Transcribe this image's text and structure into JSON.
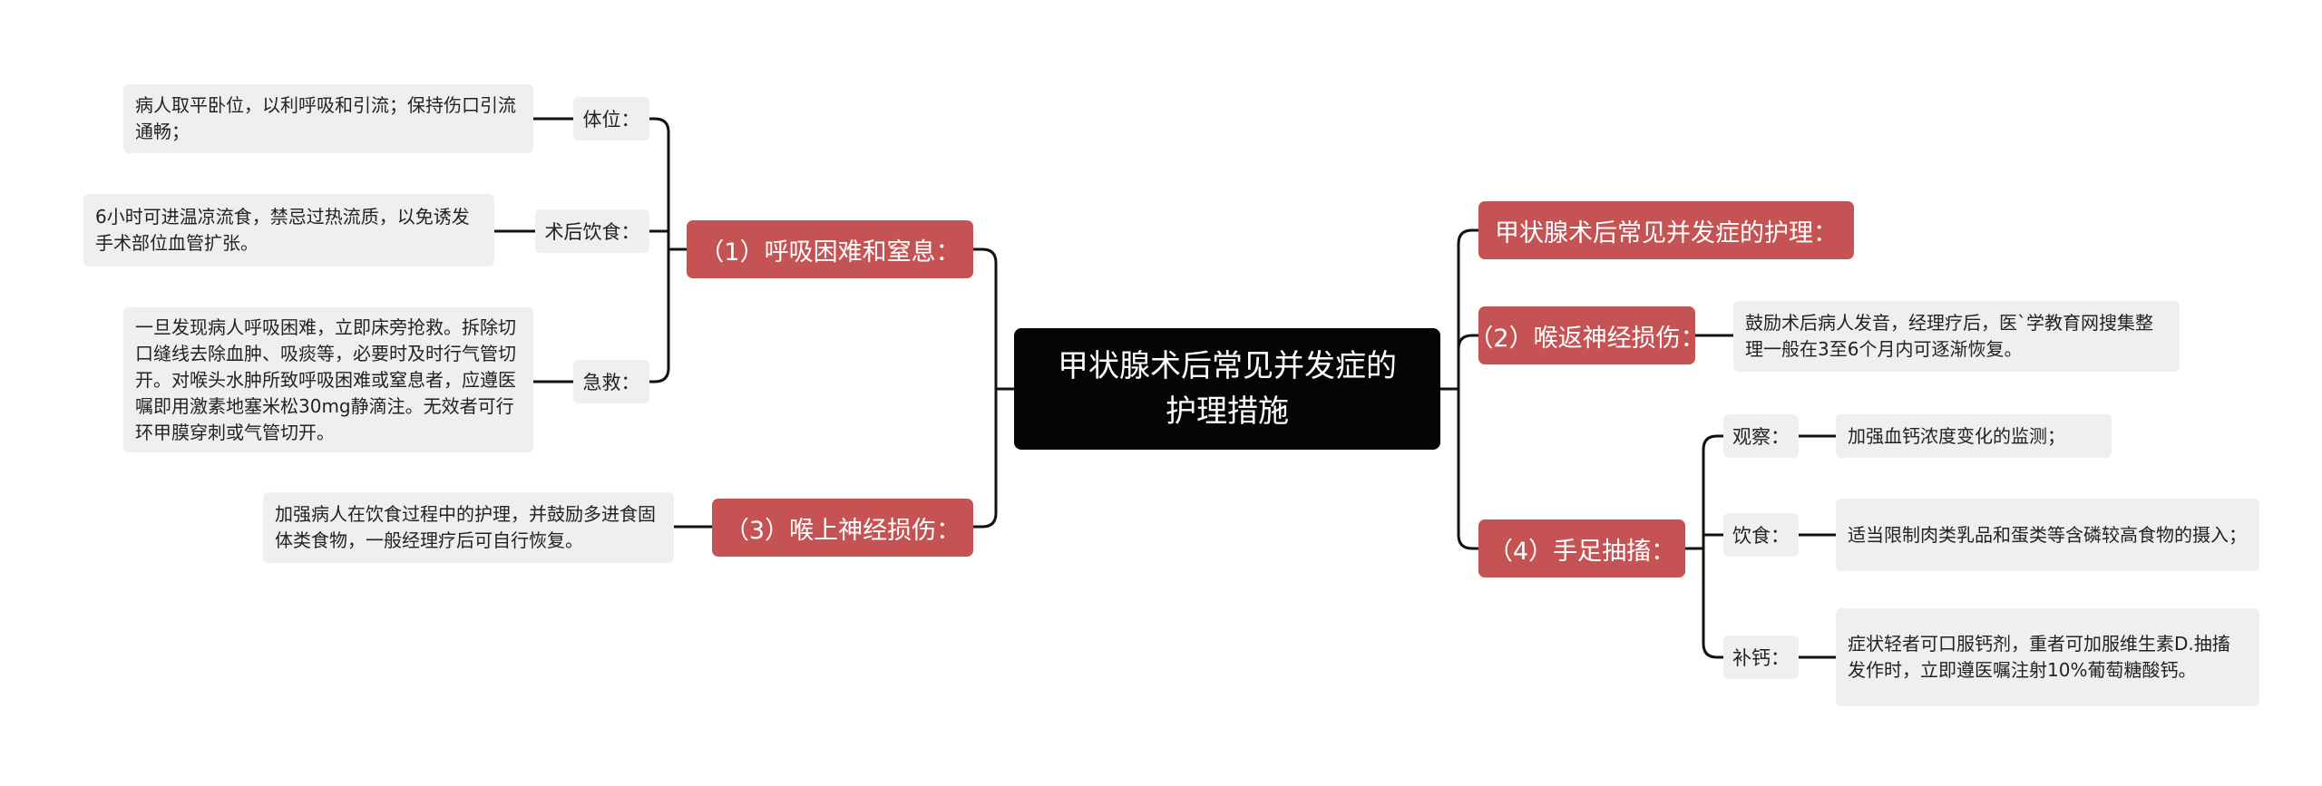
{
  "center": {
    "title_line1": "甲状腺术后常见并发症的",
    "title_line2": "护理措施"
  },
  "left": {
    "breathing": {
      "title": "（1）呼吸困难和窒息：",
      "items": [
        {
          "label": "体位：",
          "text": "病人取平卧位，以利呼吸和引流；保持伤口引流通畅；"
        },
        {
          "label": "术后饮食：",
          "text": "6小时可进温凉流食，禁忌过热流质，以免诱发手术部位血管扩张。"
        },
        {
          "label": "急救：",
          "text": "一旦发现病人呼吸困难，立即床旁抢救。拆除切口缝线去除血肿、吸痰等，必要时及时行气管切开。对喉头水肿所致呼吸困难或窒息者，应遵医嘱即用激素地塞米松30mg静滴注。无效者可行环甲膜穿刺或气管切开。"
        }
      ]
    },
    "superior": {
      "title": "（3）喉上神经损伤：",
      "text": "加强病人在饮食过程中的护理，并鼓励多进食固体类食物，一般经理疗后可自行恢复。"
    }
  },
  "right": {
    "intro": {
      "title": "甲状腺术后常见并发症的护理："
    },
    "recurrent": {
      "title": "（2）喉返神经损伤：",
      "text": "鼓励术后病人发音，经理疗后，医`学教育网搜集整理一般在3至6个月内可逐渐恢复。"
    },
    "tetany": {
      "title": "（4）手足抽搐：",
      "items": [
        {
          "label": "观察：",
          "text": "加强血钙浓度变化的监测；"
        },
        {
          "label": "饮食：",
          "text": "适当限制肉类乳品和蛋类等含磷较高食物的摄入；"
        },
        {
          "label": "补钙：",
          "text": "症状轻者可口服钙剂，重者可加服维生素D.抽搐发作时，立即遵医嘱注射10%葡萄糖酸钙。"
        }
      ]
    }
  }
}
